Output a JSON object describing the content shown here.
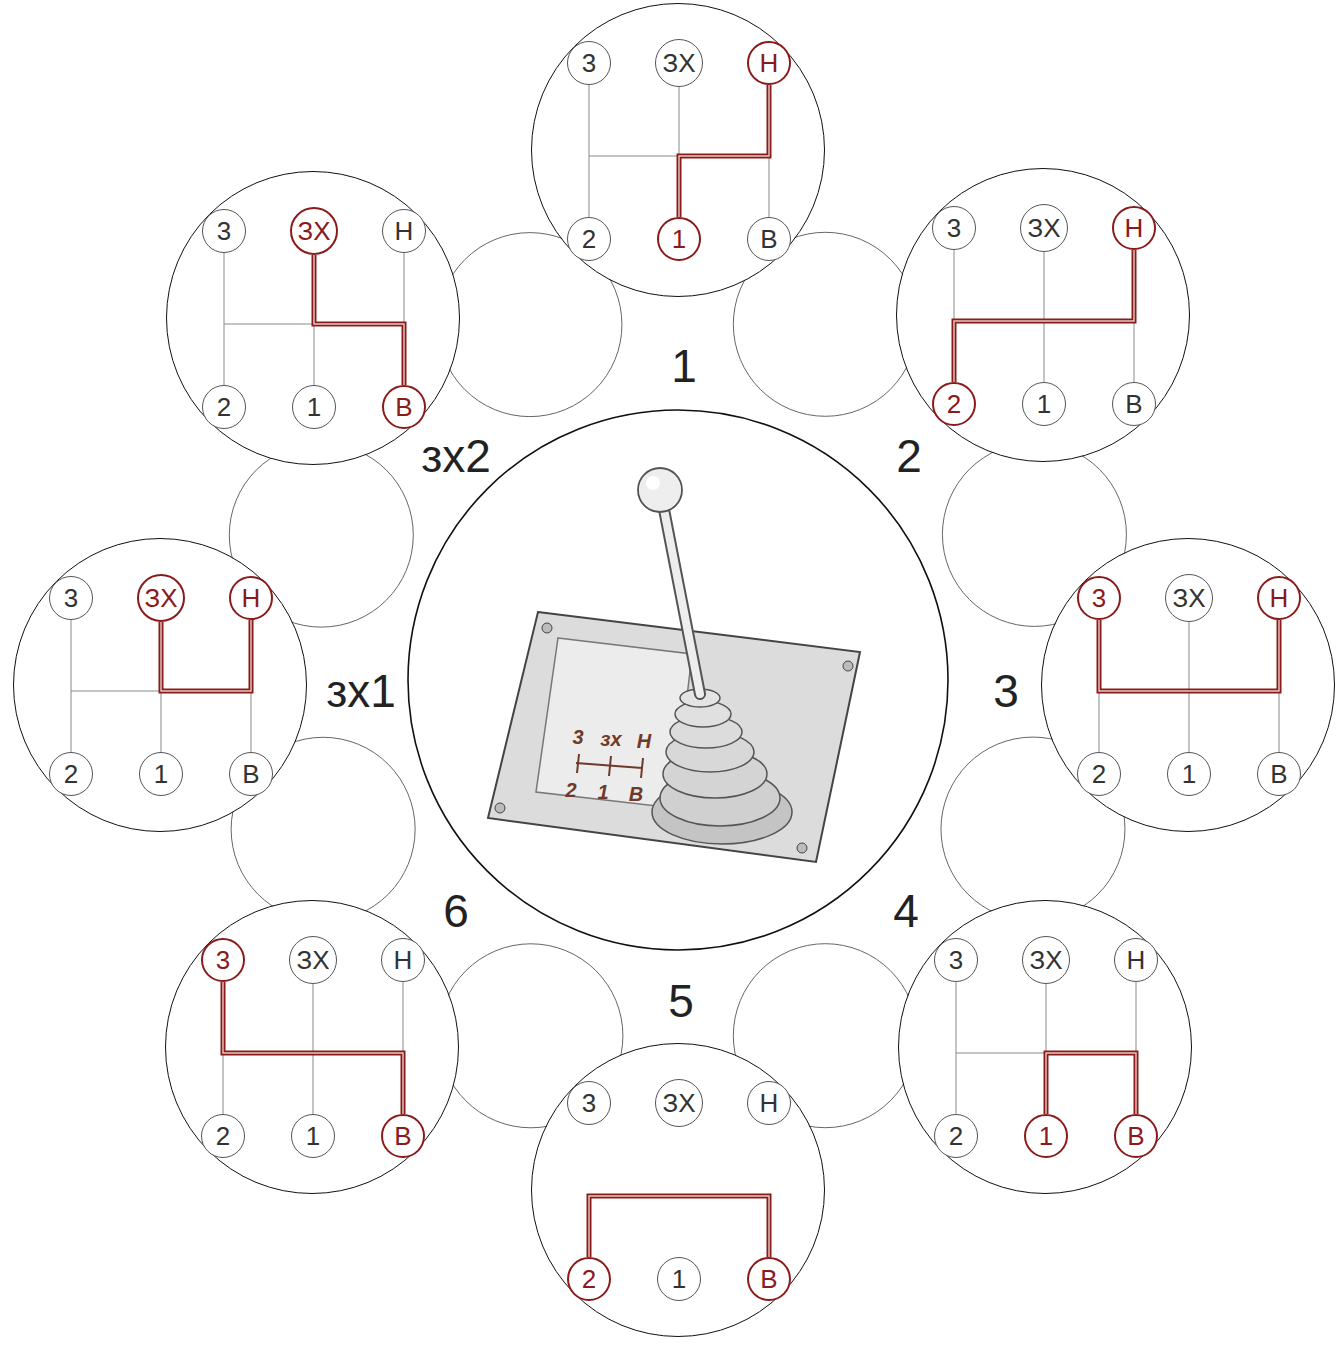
{
  "diagram": {
    "nodes": [
      {
        "text": [
          "1"
        ]
      },
      {
        "text": [
          "3"
        ],
        "in": 0
      },
      {
        "text": [
          "ЗХ"
        ],
        "in": 0
      },
      {
        "text": [
          "Н"
        ],
        "in": 0
      },
      {
        "text": [
          "2"
        ],
        "in": 0
      },
      {
        "text": [
          "1"
        ],
        "in": 0
      },
      {
        "text": [
          "В"
        ],
        "in": 0
      },
      {
        "text": [
          "2"
        ]
      },
      {
        "text": [
          "3"
        ],
        "in": 7
      },
      {
        "text": [
          "ЗХ"
        ],
        "in": 7
      },
      {
        "text": [
          "Н"
        ],
        "in": 7
      },
      {
        "text": [
          "2"
        ],
        "in": 7
      },
      {
        "text": [
          "1"
        ],
        "in": 7
      },
      {
        "text": [
          "В"
        ],
        "in": 7
      },
      {
        "text": [
          "3"
        ]
      },
      {
        "text": [
          "3"
        ],
        "in": 14
      },
      {
        "text": [
          "ЗХ"
        ],
        "in": 14
      },
      {
        "text": [
          "Н"
        ],
        "in": 14
      },
      {
        "text": [
          "2"
        ],
        "in": 14
      },
      {
        "text": [
          "1"
        ],
        "in": 14
      },
      {
        "text": [
          "В"
        ],
        "in": 14
      },
      {
        "text": [
          "4"
        ]
      },
      {
        "text": [
          "3"
        ],
        "in": 21
      },
      {
        "text": [
          "ЗХ"
        ],
        "in": 21
      },
      {
        "text": [
          "Н"
        ],
        "in": 21
      },
      {
        "text": [
          "2"
        ],
        "in": 21
      },
      {
        "text": [
          "1"
        ],
        "in": 21
      },
      {
        "text": [
          "В"
        ],
        "in": 21
      },
      {
        "text": [
          "5"
        ]
      },
      {
        "text": [
          "3"
        ],
        "in": 28
      },
      {
        "text": [
          "ЗХ"
        ],
        "in": 28
      },
      {
        "text": [
          "Н"
        ],
        "in": 28
      },
      {
        "text": [
          "2"
        ],
        "in": 28
      },
      {
        "text": [
          "1"
        ],
        "in": 28
      },
      {
        "text": [
          "В"
        ],
        "in": 28
      },
      {
        "text": [
          "6"
        ]
      },
      {
        "text": [
          "3"
        ],
        "in": 35
      },
      {
        "text": [
          "ЗХ"
        ],
        "in": 35
      },
      {
        "text": [
          "Н"
        ],
        "in": 35
      },
      {
        "text": [
          "2"
        ],
        "in": 35
      },
      {
        "text": [
          "1"
        ],
        "in": 35
      },
      {
        "text": [
          "В"
        ],
        "in": 35
      },
      {
        "text": [
          "зх1"
        ]
      },
      {
        "text": [
          "3"
        ],
        "in": 42
      },
      {
        "text": [
          "ЗХ"
        ],
        "in": 42
      },
      {
        "text": [
          "Н"
        ],
        "in": 42
      },
      {
        "text": [
          "2"
        ],
        "in": 42
      },
      {
        "text": [
          "1"
        ],
        "in": 42
      },
      {
        "text": [
          "В"
        ],
        "in": 42
      },
      {
        "text": [
          "зх2"
        ]
      },
      {
        "text": [
          "3"
        ],
        "in": 49
      },
      {
        "text": [
          "ЗХ"
        ],
        "in": 49
      },
      {
        "text": [
          "Н"
        ],
        "in": 49
      },
      {
        "text": [
          "2"
        ],
        "in": 49
      },
      {
        "text": [
          "1"
        ],
        "in": 49
      },
      {
        "text": [
          "В"
        ],
        "in": 49
      }
    ],
    "edges": [
      {
        "from": 3,
        "to": 5,
        "arrow": "none"
      },
      {
        "from": 10,
        "to": 11,
        "arrow": "none"
      },
      {
        "from": 15,
        "to": 17,
        "arrow": "none"
      },
      {
        "from": 26,
        "to": 27,
        "arrow": "none"
      },
      {
        "from": 32,
        "to": 34,
        "arrow": "none"
      },
      {
        "from": 36,
        "to": 41,
        "arrow": "none"
      },
      {
        "from": 44,
        "to": 45,
        "arrow": "none"
      },
      {
        "from": 51,
        "to": 55,
        "arrow": "none"
      }
    ],
    "labels": [
      "3",
      "зх",
      "Н",
      "2",
      "1",
      "В"
    ]
  }
}
